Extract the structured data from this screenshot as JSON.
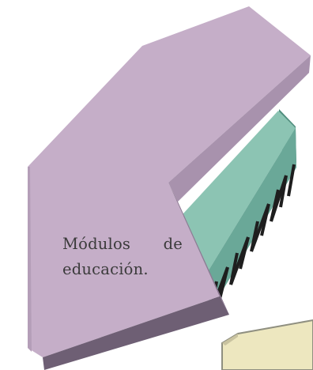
{
  "diagram": {
    "label": {
      "word_1": "Módulos",
      "word_2": "de",
      "line_2": "educación."
    },
    "colors": {
      "purple_top": "#c5aec8",
      "purple_side": "#9a859f",
      "purple_bottom": "#6e5f74",
      "teal_top": "#8cc4b3",
      "teal_side": "#5f9f8e",
      "tan_top": "#ede7bf",
      "tan_edge": "#9a9a8a"
    }
  }
}
